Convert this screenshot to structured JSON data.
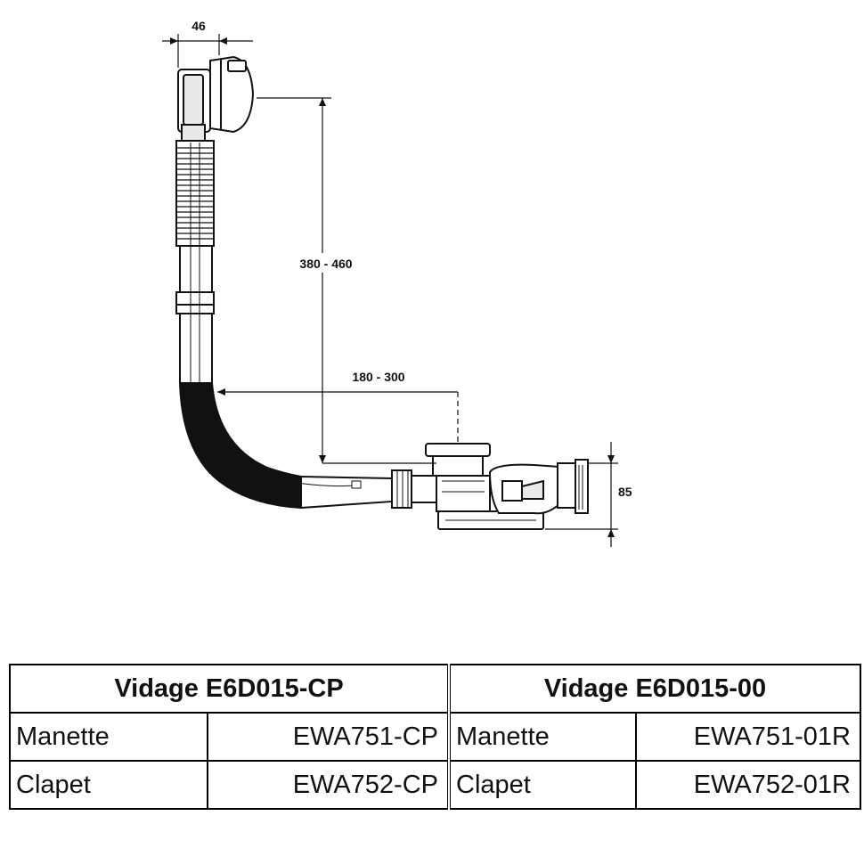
{
  "diagram": {
    "dimensions": {
      "top_width": "46",
      "height_range": "380 - 460",
      "horizontal_range": "180 - 300",
      "trap_height": "85"
    }
  },
  "table": {
    "columns": [
      {
        "title": "Vidage E6D015-CP",
        "rows": [
          {
            "part": "Manette",
            "code": "EWA751-CP"
          },
          {
            "part": "Clapet",
            "code": "EWA752-CP"
          }
        ]
      },
      {
        "title": "Vidage E6D015-00",
        "rows": [
          {
            "part": "Manette",
            "code": "EWA751-01R"
          },
          {
            "part": "Clapet",
            "code": "EWA752-01R"
          }
        ]
      }
    ]
  }
}
